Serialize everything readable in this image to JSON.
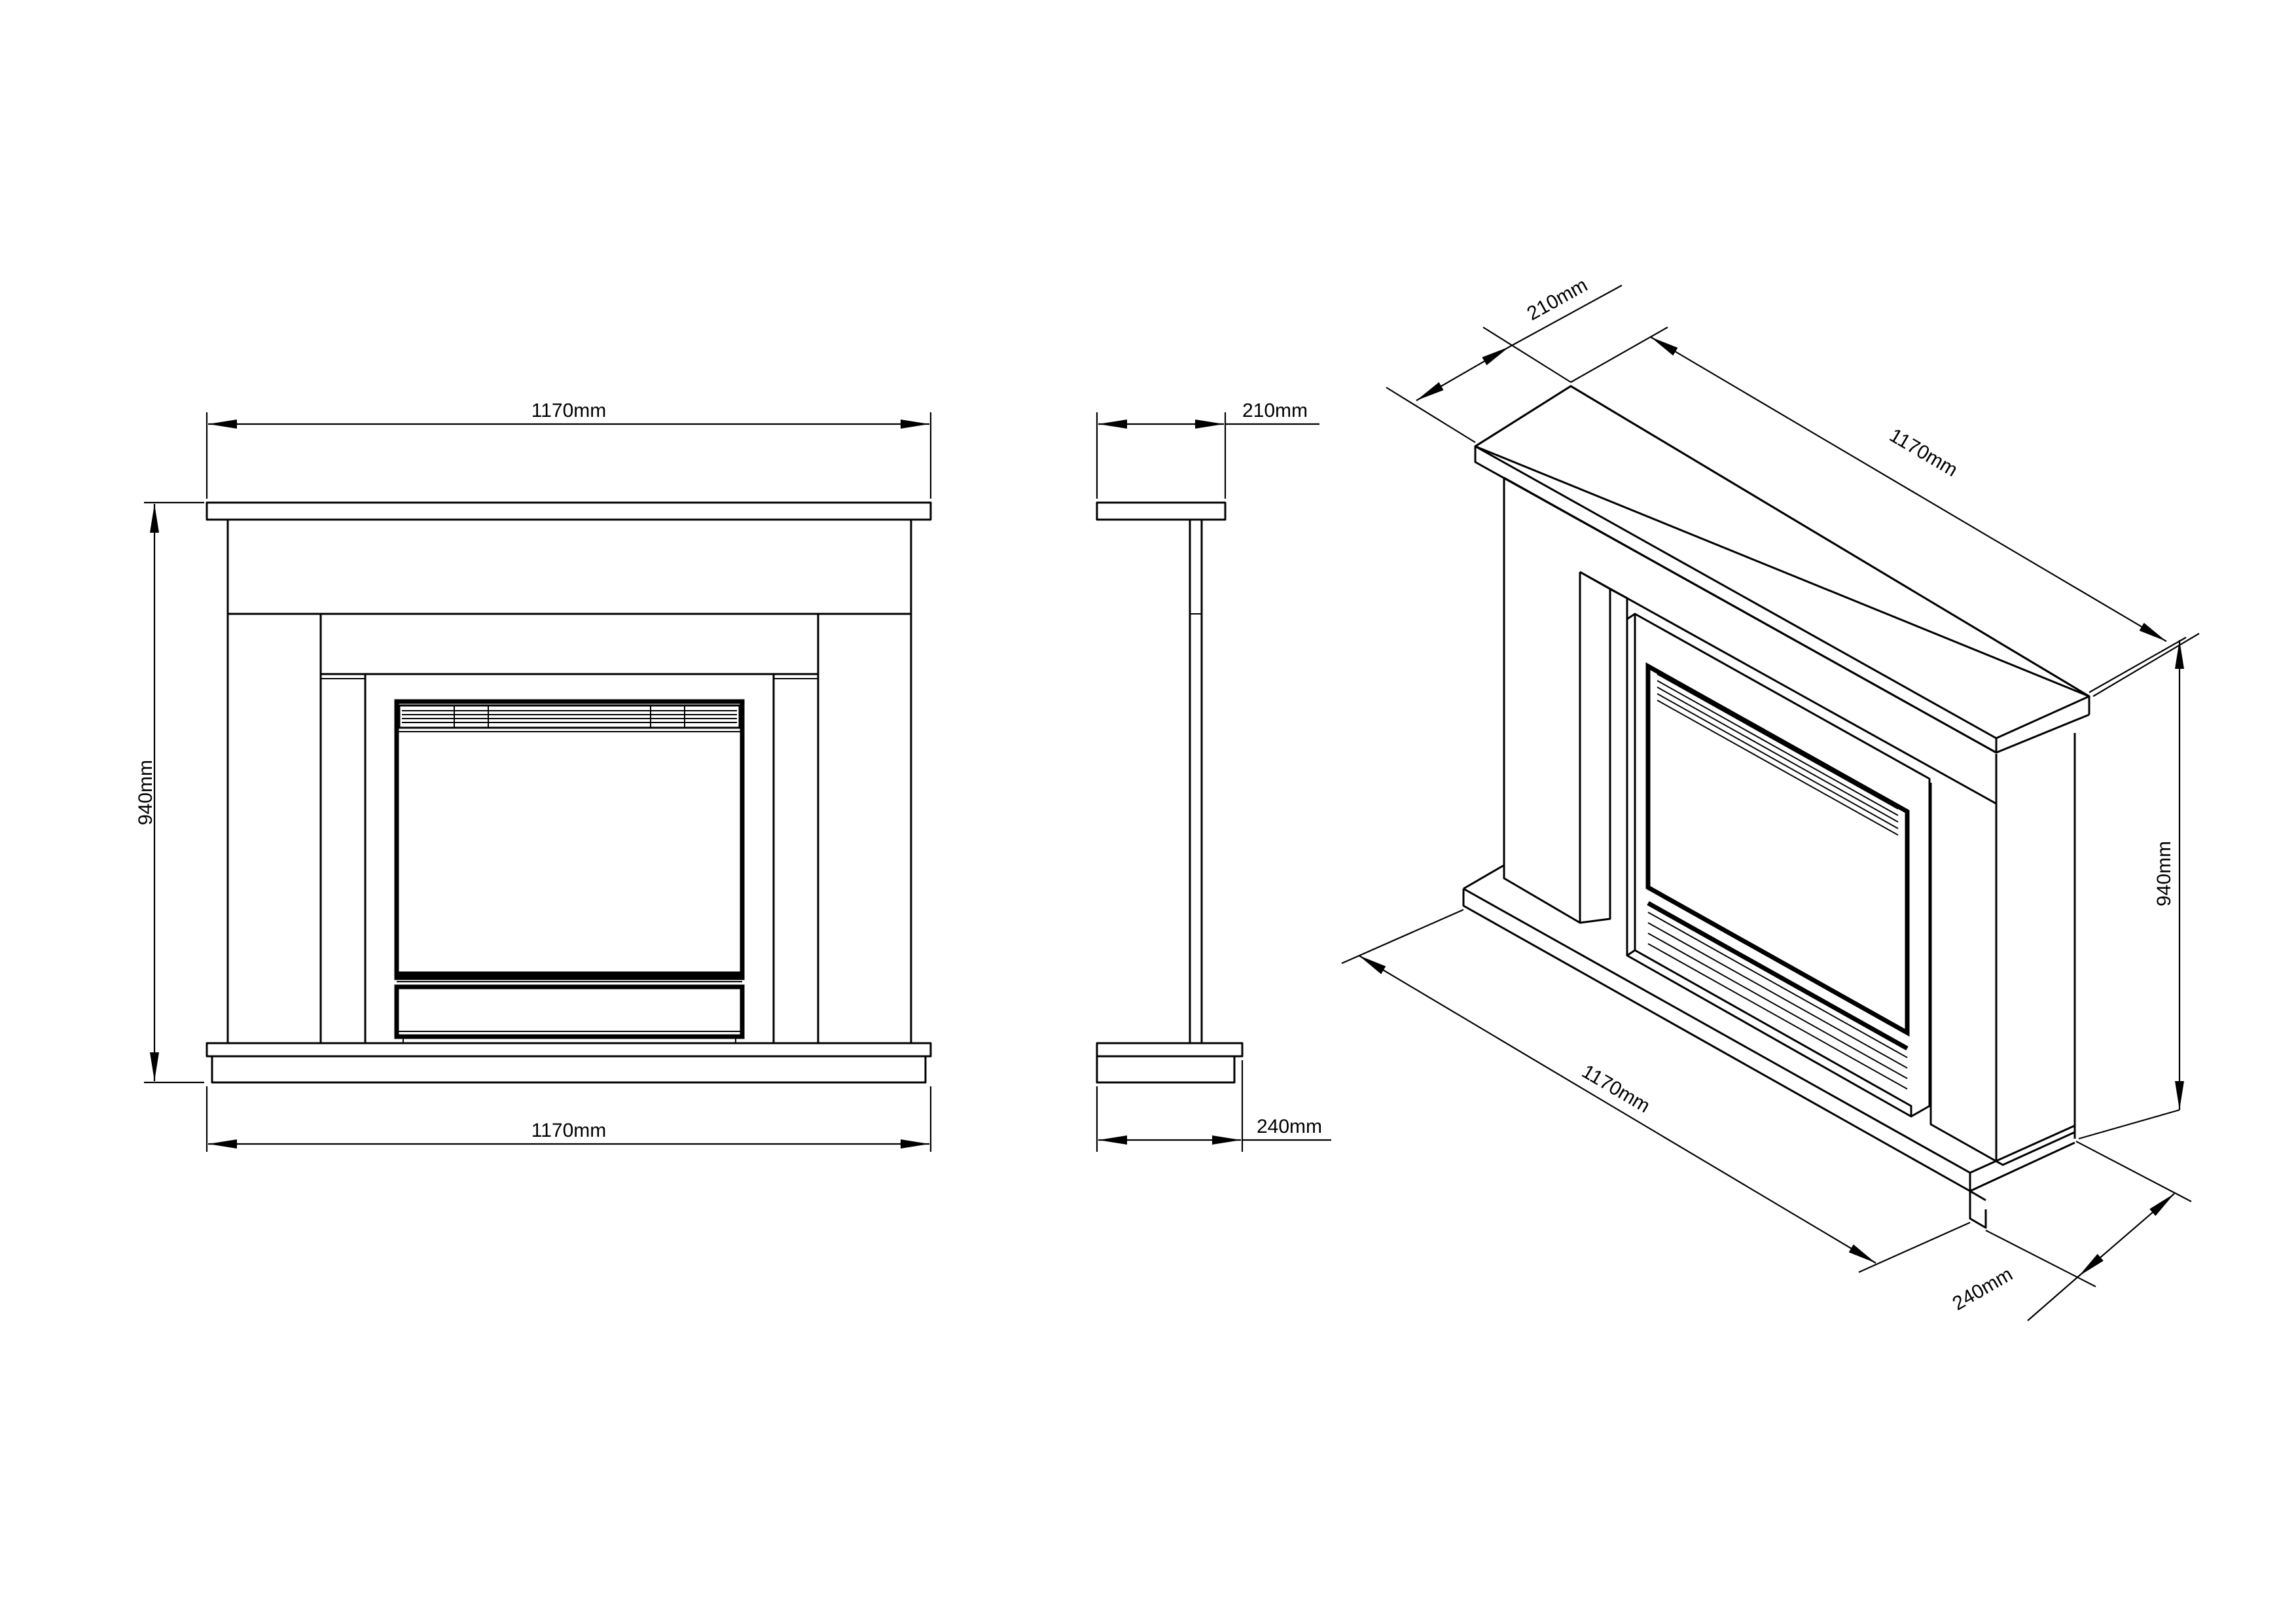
{
  "front_view": {
    "top_width": "1170mm",
    "bottom_width": "1170mm",
    "height": "940mm"
  },
  "side_view": {
    "top_depth": "210mm",
    "base_depth": "240mm"
  },
  "iso_view": {
    "top_depth": "210mm",
    "top_width": "1170mm",
    "bottom_width": "1170mm",
    "height": "940mm",
    "base_depth": "240mm"
  }
}
